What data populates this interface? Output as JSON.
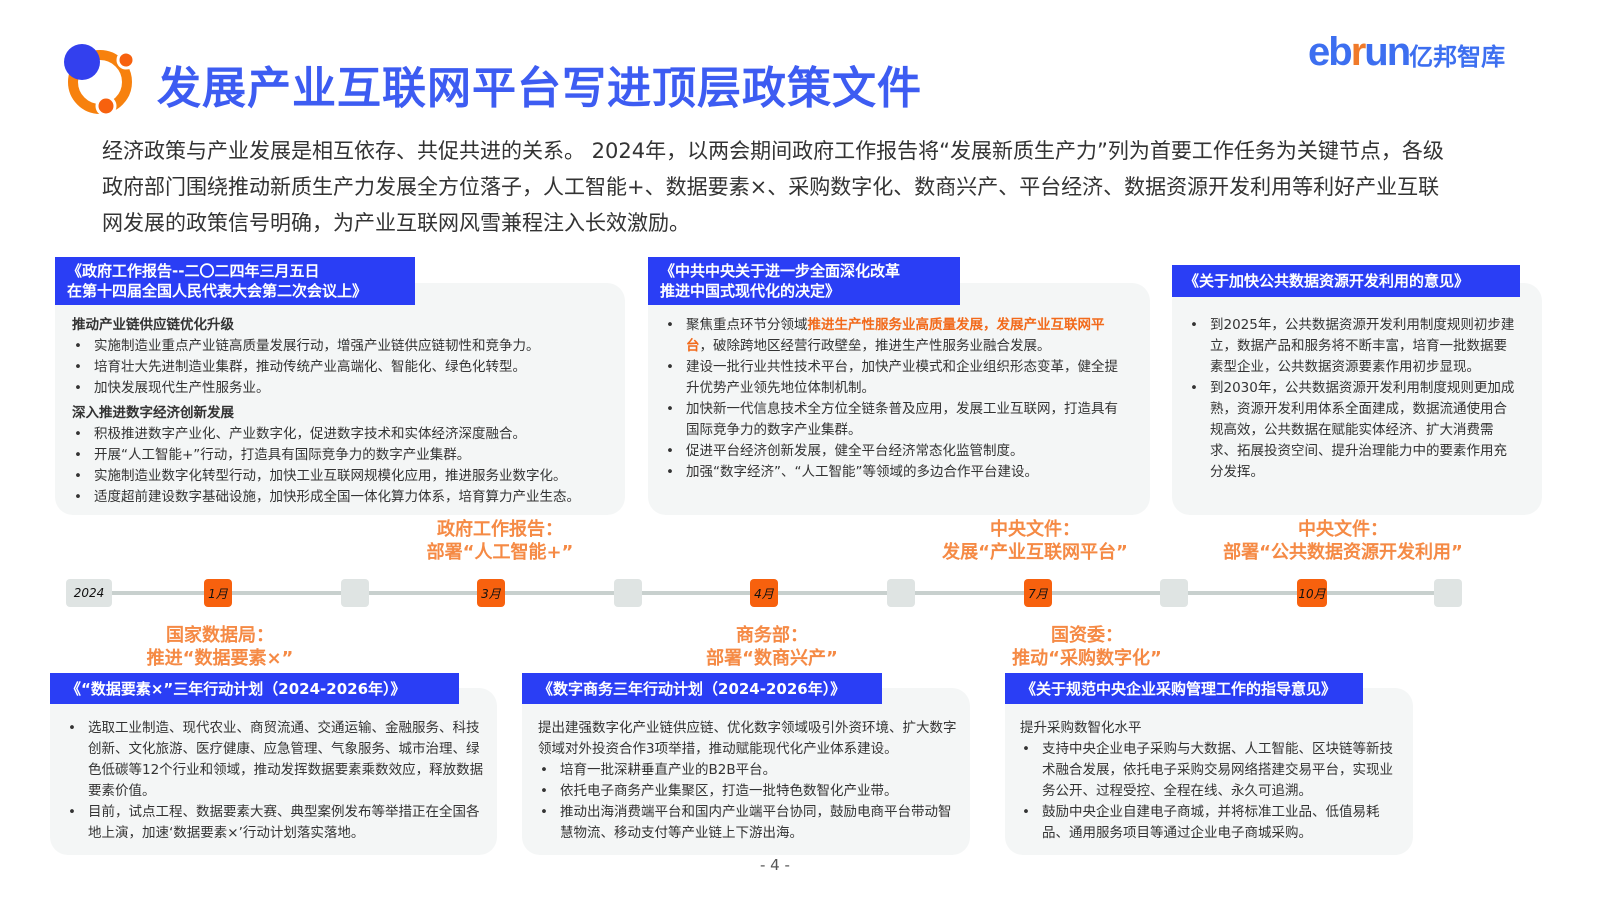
{
  "header": {
    "title": "发展产业互联网平台写进顶层政策文件",
    "logo_en": "ebrun",
    "logo_cn": "亿邦智库"
  },
  "intro": "经济政策与产业发展是相互依存、共促共进的关系。 2024年，以两会期间政府工作报告将“发展新质生产力”列为首要工作任务为关键节点，各级政府部门围绕推动新质生产力发展全方位落子，人工智能+、数据要素×、采购数字化、数商兴产、平台经济、数据资源开发利用等利好产业互联网发展的政策信号明确，为产业互联网风雪兼程注入长效激励。",
  "cards_top": [
    {
      "title_l1": "《政府工作报告--二〇二四年三月五日",
      "title_l2": "在第十四届全国人民代表大会第二次会议上》",
      "sections": [
        {
          "heading": "推动产业链供应链优化升级",
          "items": [
            "实施制造业重点产业链高质量发展行动，增强产业链供应链韧性和竞争力。",
            "培育壮大先进制造业集群，推动传统产业高端化、智能化、绿色化转型。",
            "加快发展现代生产性服务业。"
          ]
        },
        {
          "heading": "深入推进数字经济创新发展",
          "items": [
            "积极推进数字产业化、产业数字化，促进数字技术和实体经济深度融合。",
            "开展“人工智能+”行动，打造具有国际竞争力的数字产业集群。",
            "实施制造业数字化转型行动，加快工业互联网规模化应用，推进服务业数字化。",
            "适度超前建设数字基础设施，加快形成全国一体化算力体系，培育算力产业生态。"
          ]
        }
      ]
    },
    {
      "title_l1": "《中共中央关于进一步全面深化改革",
      "title_l2": "推进中国式现代化的决定》",
      "item1_pre": "聚焦重点环节分领域",
      "item1_hl": "推进生产性服务业高质量发展，发展产业互联网平台",
      "item1_post": "，破除跨地区经营行政壁垒，推进生产性服务业融合发展。",
      "items": [
        "建设一批行业共性技术平台，加快产业模式和企业组织形态变革，健全提升优势产业领先地位体制机制。",
        "加快新一代信息技术全方位全链条普及应用，发展工业互联网，打造具有国际竞争力的数字产业集群。",
        "促进平台经济创新发展，健全平台经济常态化监管制度。",
        "加强“数字经济”、“人工智能”等领域的多边合作平台建设。"
      ]
    },
    {
      "title": "《关于加快公共数据资源开发利用的意见》",
      "items": [
        "到2025年，公共数据资源开发利用制度规则初步建立，数据产品和服务将不断丰富，培育一批数据要素型企业，公共数据资源要素作用初步显现。",
        "到2030年，公共数据资源开发利用制度规则更加成熟，资源开发利用体系全面建成，数据流通使用合规高效，公共数据在赋能实体经济、扩大消费需求、拓展投资空间、提升治理能力中的要素作用充分发挥。"
      ]
    }
  ],
  "timeline": {
    "nodes": [
      "2024",
      "1月",
      "3月",
      "4月",
      "7月",
      "10月"
    ],
    "above": [
      {
        "l1": "政府工作报告：",
        "l2": "部署“人工智能+”"
      },
      {
        "l1": "中央文件：",
        "l2": "发展“产业互联网平台”"
      },
      {
        "l1": "中央文件：",
        "l2": "部署“公共数据资源开发利用”"
      }
    ],
    "below": [
      {
        "l1": "国家数据局：",
        "l2": "推进“数据要素×”"
      },
      {
        "l1": "商务部：",
        "l2": "部署“数商兴产”"
      },
      {
        "l1": "国资委：",
        "l2": "推动“采购数字化”"
      }
    ]
  },
  "cards_bottom": [
    {
      "title": "《“数据要素×”三年行动计划（2024-2026年）》",
      "items": [
        "选取工业制造、现代农业、商贸流通、交通运输、金融服务、科技创新、文化旅游、医疗健康、应急管理、气象服务、城市治理、绿色低碳等12个行业和领域，推动发挥数据要素乘数效应，释放数据要素价值。",
        "目前，试点工程、数据要素大赛、典型案例发布等举措正在全国各地上演，加速‘数据要素×’行动计划落实落地。"
      ]
    },
    {
      "title": "《数字商务三年行动计划（2024-2026年）》",
      "lead": "提出建强数字化产业链供应链、优化数字领域吸引外资环境、扩大数字领域对外投资合作3项举措，推动赋能现代化产业体系建设。",
      "items": [
        "培育一批深耕垂直产业的B2B平台。",
        "依托电子商务产业集聚区，打造一批特色数智化产业带。",
        "推动出海消费端平台和国内产业端平台协同，鼓励电商平台带动智慧物流、移动支付等产业链上下游出海。"
      ]
    },
    {
      "title": "《关于规范中央企业采购管理工作的指导意见》",
      "lead": "提升采购数智化水平",
      "items": [
        "支持中央企业电子采购与大数据、人工智能、区块链等新技术融合发展，依托电子采购交易网络搭建交易平台，实现业务公开、过程受控、全程在线、永久可追溯。",
        "鼓励中央企业自建电子商城，并将标准工业品、低值易耗品、通用服务项目等通过企业电子商城采购。"
      ]
    }
  ],
  "footer": {
    "page": "- 4 -"
  },
  "colors": {
    "blue": "#2a3ef5",
    "orange": "#f7610e",
    "card": "#f4f6f6"
  }
}
